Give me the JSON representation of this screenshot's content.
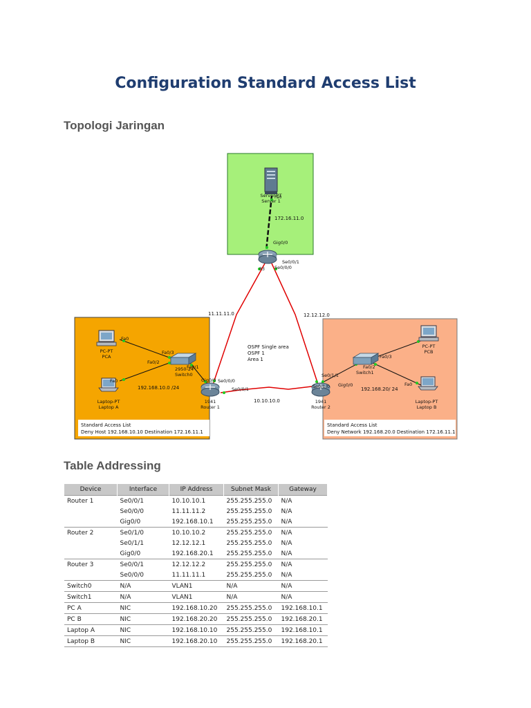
{
  "title": "Configuration Standard Access List",
  "topology_heading": "Topologi Jaringan",
  "table_heading": "Table Addressing",
  "topology": {
    "server": {
      "type": "Server-PT",
      "name": "Server 1",
      "port": "Fa0"
    },
    "server_link": "172.16.11.0",
    "router3": {
      "gig": "Gig0/0",
      "se1": "Se0/0/1",
      "se0": "Se0/0/0",
      "name": "R3"
    },
    "link_left": "11.11.11.0",
    "link_right": "12.12.12.0",
    "link_bottom": "10.10.10.0",
    "ospf": [
      "OSPF Single area",
      "OSPF 1",
      "Area 1"
    ],
    "left": {
      "pc_type": "PC-PT",
      "pc_name": "PCA",
      "pc_port": "Fa0",
      "laptop_type": "Laptop-PT",
      "laptop_name": "Laptop A",
      "laptop_port": "Fa0",
      "switch_model": "2950-24",
      "switch_name": "Switch0",
      "sw_fa3": "Fa0/3",
      "sw_fa2": "Fa0/2",
      "sw_fa1": "Fa0/1",
      "network": "192.168.10.0 /24",
      "router_model": "1941",
      "router_name": "Router 1",
      "r_gig": "Gig0/0",
      "r_se0": "Se0/0/0",
      "r_se1": "Se0/0/1",
      "acl_title": "Standard Access List",
      "acl_rule": "Deny Host 192.168.10.10 Destination 172.16.11.1"
    },
    "right": {
      "pc_type": "PC-PT",
      "pc_name": "PCB",
      "laptop_type": "Laptop-PT",
      "laptop_name": "Laptop B",
      "laptop_port": "Fa0",
      "switch_name": "Switch1",
      "sw_fa3": "Fa0/3",
      "sw_fa2": "Fa0/2",
      "network": "192.168.20/ 24",
      "router_model": "1941",
      "router_name": "Router 2",
      "r_se11": "Se0/1/1",
      "r_se10": "Se0/1/0",
      "r_gig": "Gig0/0",
      "acl_title": "Standard Access List",
      "acl_rule": "Deny Network 192.168.20.0 Destination 172.16.11.1"
    }
  },
  "addressing_table": {
    "headers": [
      "Device",
      "Interface",
      "IP Address",
      "Subnet Mask",
      "Gateway"
    ],
    "rows": [
      [
        "Router 1",
        "Se0/0/1",
        "10.10.10.1",
        "255.255.255.0",
        "N/A"
      ],
      [
        "",
        "Se0/0/0",
        "11.11.11.2",
        "255.255.255.0",
        "N/A"
      ],
      [
        "",
        "Gig0/0",
        "192.168.10.1",
        "255.255.255.0",
        "N/A"
      ],
      [
        "Router 2",
        "Se0/1/0",
        "10.10.10.2",
        "255.255.255.0",
        "N/A"
      ],
      [
        "",
        "Se0/1/1",
        "12.12.12.1",
        "255.255.255.0",
        "N/A"
      ],
      [
        "",
        "Gig0/0",
        "192.168.20.1",
        "255.255.255.0",
        "N/A"
      ],
      [
        "Router 3",
        "Se0/0/1",
        "12.12.12.2",
        "255.255.255.0",
        "N/A"
      ],
      [
        "",
        "Se0/0/0",
        "11.11.11.1",
        "255.255.255.0",
        "N/A"
      ],
      [
        "Switch0",
        "N/A",
        "VLAN1",
        "N/A",
        "N/A"
      ],
      [
        "Switch1",
        "N/A",
        "VLAN1",
        "N/A",
        "N/A"
      ],
      [
        "PC A",
        "NIC",
        "192.168.10.20",
        "255.255.255.0",
        "192.168.10.1"
      ],
      [
        "PC B",
        "NIC",
        "192.168.20.20",
        "255.255.255.0",
        "192.168.20.1"
      ],
      [
        "Laptop A",
        "NIC",
        "192.168.10.10",
        "255.255.255.0",
        "192.168.10.1"
      ],
      [
        "Laptop B",
        "NIC",
        "192.168.20.10",
        "255.255.255.0",
        "192.168.20.1"
      ]
    ],
    "group_start_rows": [
      0,
      3,
      6,
      8,
      9,
      10,
      11,
      12,
      13
    ]
  },
  "colors": {
    "title": "#1f3d70",
    "server_zone": "#a6f07a",
    "left_zone": "#f5a500",
    "right_zone": "#fbb088",
    "serial_link": "#e00000",
    "port_up": "#22cc22"
  }
}
